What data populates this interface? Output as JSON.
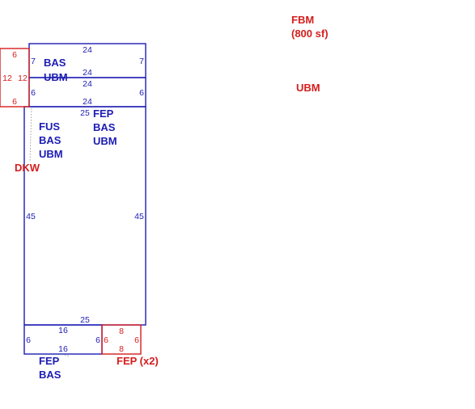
{
  "colors": {
    "primary_area": "#1c1cb4",
    "secondary_area": "#d51d1d"
  },
  "annotations": {
    "fbm_label": "FBM",
    "fbm_area": "(800 sf)",
    "ubm_right": "UBM",
    "dkw": "DKW",
    "fep_x2": "FEP (x2)"
  },
  "areas": {
    "top_section": {
      "codes": [
        "BAS",
        "UBM"
      ]
    },
    "main_left": {
      "codes": [
        "FUS",
        "BAS",
        "UBM"
      ]
    },
    "main_right": {
      "codes": [
        "FEP",
        "BAS",
        "UBM"
      ]
    },
    "bottom": {
      "codes": [
        "FEP",
        "BAS"
      ]
    }
  },
  "dimensions": {
    "top_upper_width": "24",
    "top_side_left": "7",
    "top_side_right": "7",
    "top_mid_width_a": "24",
    "top_mid_width_b": "24",
    "top_lower_side_left": "6",
    "top_lower_side_right": "6",
    "top_lower_width": "24",
    "main_top_width": "25",
    "main_left_height": "45",
    "main_right_height": "45",
    "main_bottom_width": "25",
    "bottom_top_width": "16",
    "bottom_left_side": "6",
    "bottom_right_side": "6",
    "bottom_lower_width": "16",
    "small_left_top": "6",
    "small_left_left": "12",
    "small_left_right": "12",
    "small_left_bottom": "6",
    "small_right_top": "8",
    "small_right_left": "6",
    "small_right_right": "6",
    "small_right_bottom": "8"
  }
}
